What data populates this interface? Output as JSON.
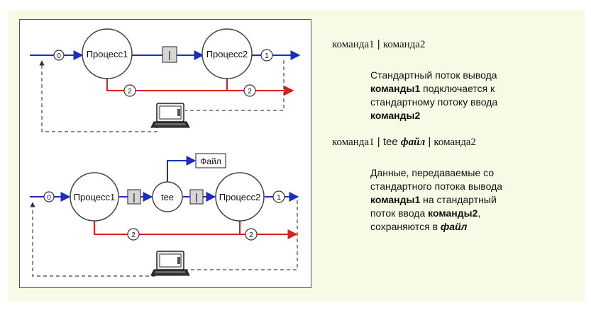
{
  "colors": {
    "background": "#f7fbe6",
    "stdout": "#1a2fbf",
    "stderr": "#e01b1b",
    "dashed": "#444444"
  },
  "diagram_top": {
    "process1": "Процесс1",
    "process2": "Процесс2",
    "pipe": "|",
    "in_fd": "0",
    "out_fd": "1",
    "err_fd": "2",
    "err_fd_right": "2",
    "terminal_icon": "computer-terminal-icon"
  },
  "diagram_bottom": {
    "process1": "Процесс1",
    "tee": "tee",
    "process2": "Процесс2",
    "pipe1": "|",
    "pipe2": "|",
    "file": "Файл",
    "in_fd": "0",
    "out_fd": "1",
    "err_fd": "2",
    "err_fd_right": "2",
    "terminal_icon": "computer-terminal-icon"
  },
  "text": {
    "heading1_cmd1": "команда1",
    "heading1_sep": " | ",
    "heading1_cmd2": "команда2",
    "desc1_line1": "Стандартный поток вывода",
    "desc1_cmd1": "команды1",
    "desc1_rest1": " подключается к",
    "desc1_line3": "стандартному потоку ввода",
    "desc1_cmd2": "команды2",
    "heading2_cmd1": "команда1",
    "heading2_mid": " | tee ",
    "heading2_file": "файл",
    "heading2_sep": " | ",
    "heading2_cmd2": "команда2",
    "desc2_line1": "Данные, передаваемые со",
    "desc2_line2": "стандартного потока вывода",
    "desc2_cmd1": "команды1",
    "desc2_rest3": " на стандартный",
    "desc2_line4a": "поток ввода ",
    "desc2_cmd2": "команды2",
    "desc2_line4b": ",",
    "desc2_line5a": "сохраняются в ",
    "desc2_file": "файл"
  }
}
